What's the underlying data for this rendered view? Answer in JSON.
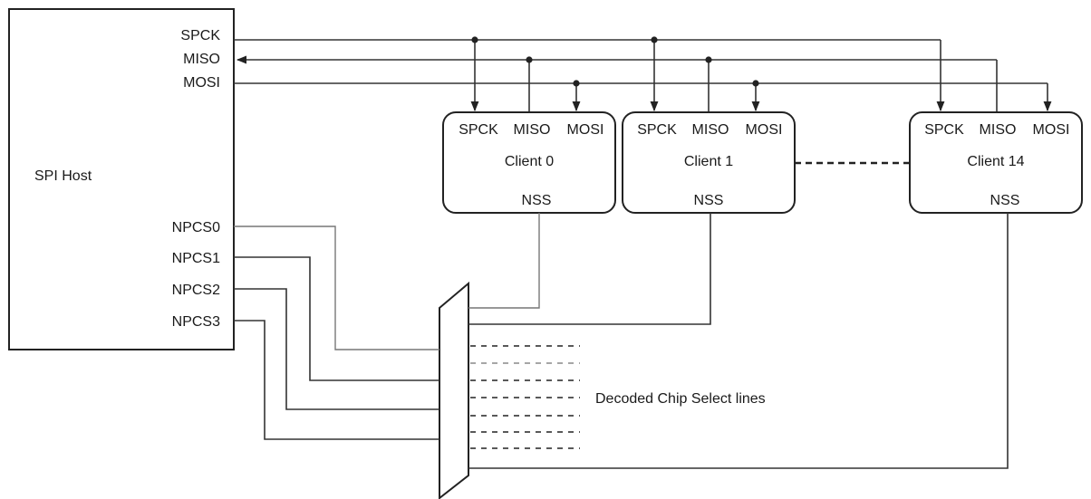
{
  "host": {
    "title": "SPI Host",
    "pins": [
      "SPCK",
      "MISO",
      "MOSI",
      "NPCS0",
      "NPCS1",
      "NPCS2",
      "NPCS3"
    ]
  },
  "clients": [
    {
      "name": "Client 0",
      "pins": [
        "SPCK",
        "MISO",
        "MOSI"
      ],
      "select": "NSS"
    },
    {
      "name": "Client 1",
      "pins": [
        "SPCK",
        "MISO",
        "MOSI"
      ],
      "select": "NSS"
    },
    {
      "name": "Client 14",
      "pins": [
        "SPCK",
        "MISO",
        "MOSI"
      ],
      "select": "NSS"
    }
  ],
  "decoder": {
    "label": "Decoded Chip Select lines"
  },
  "colors": {
    "line": "#333333",
    "line_light": "#777777",
    "background": "#ffffff"
  }
}
